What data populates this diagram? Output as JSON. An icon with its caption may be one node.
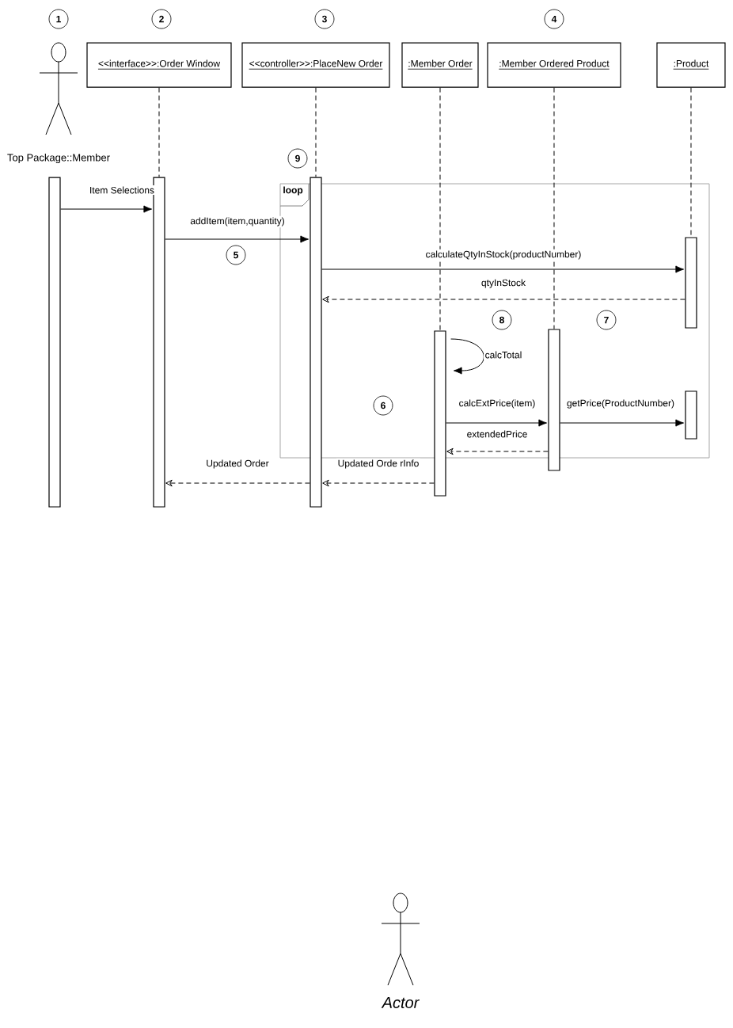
{
  "diagram": {
    "nodes": [
      {
        "text": [
          "Top Package::Member"
        ]
      },
      {
        "text": [
          "<<interface>>:Order Window"
        ]
      },
      {
        "text": [
          "<<controller>>:PlaceNew Order"
        ]
      },
      {
        "text": [
          ":Member Order"
        ]
      },
      {
        "text": [
          ":Member Ordered Product"
        ]
      },
      {
        "text": [
          ":Product"
        ]
      },
      {
        "text": [
          "loop"
        ]
      },
      {
        "text": [],
        "shape": "bar"
      },
      {
        "text": [],
        "shape": "bar"
      },
      {
        "text": [],
        "shape": "bar"
      },
      {
        "text": [],
        "shape": "bar",
        "in": 6
      },
      {
        "text": [],
        "shape": "bar"
      },
      {
        "text": [],
        "shape": "bar"
      },
      {
        "text": [],
        "shape": "bar",
        "in": 6
      },
      {
        "text": [
          "1"
        ]
      },
      {
        "text": [
          "2"
        ]
      },
      {
        "text": [
          "3"
        ]
      },
      {
        "text": [
          "4"
        ]
      },
      {
        "text": [
          "9"
        ]
      },
      {
        "text": [
          "5"
        ]
      },
      {
        "text": [
          "8"
        ],
        "in": 6
      },
      {
        "text": [
          "7"
        ],
        "in": 6
      },
      {
        "text": [
          "6"
        ],
        "in": 6
      },
      {
        "text": [
          "Actor"
        ]
      }
    ],
    "edges": [
      {
        "from": 1,
        "to": 8,
        "arrow": "none",
        "style": "dashed"
      },
      {
        "from": 2,
        "to": 9,
        "arrow": "none",
        "style": "dashed"
      },
      {
        "from": 3,
        "to": 11,
        "arrow": "none",
        "style": "dashed"
      },
      {
        "from": 4,
        "to": 12,
        "arrow": "none",
        "style": "dashed"
      },
      {
        "from": 5,
        "to": 10,
        "arrow": "none",
        "style": "dashed"
      },
      {
        "from": 7,
        "to": 8,
        "arrow": "to",
        "label": "Item Selections"
      },
      {
        "from": 8,
        "to": 9,
        "arrow": "to",
        "label": "addItem(item,quantity)"
      },
      {
        "from": 9,
        "to": 10,
        "arrow": "to",
        "label": "calculateQtyInStock(productNumber)"
      },
      {
        "from": 10,
        "to": 9,
        "arrow": "to",
        "label": "qtyInStock",
        "style": "dashed"
      },
      {
        "from": 11,
        "to": 11,
        "arrow": "to",
        "label": "calcTotal"
      },
      {
        "from": 11,
        "to": 12,
        "arrow": "to",
        "label": "calcExtPrice(item)"
      },
      {
        "from": 12,
        "to": 13,
        "arrow": "to",
        "label": "getPrice(ProductNumber)"
      },
      {
        "from": 12,
        "to": 11,
        "arrow": "to",
        "label": "extendedPrice",
        "style": "dashed"
      },
      {
        "from": 11,
        "to": 9,
        "arrow": "to",
        "label": "Updated Orde rInfo",
        "style": "dashed"
      },
      {
        "from": 9,
        "to": 8,
        "arrow": "to",
        "label": "Updated Order",
        "style": "dashed"
      }
    ]
  }
}
